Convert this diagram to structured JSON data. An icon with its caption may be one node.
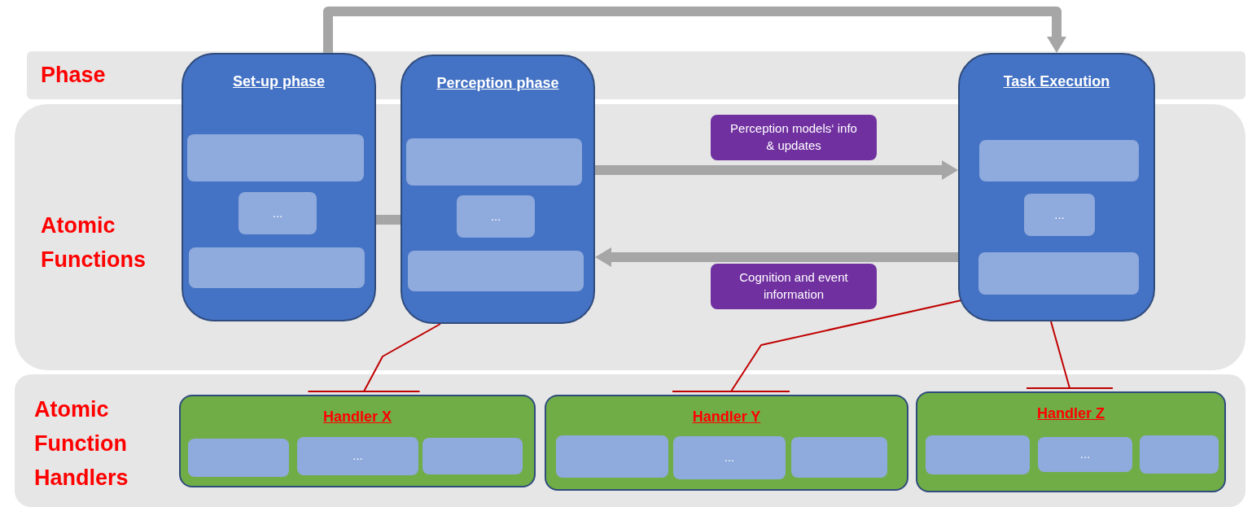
{
  "diagram": {
    "nodes": [
      {
        "text": [
          "Phase"
        ]
      },
      {
        "text": [
          "Atomic Functions"
        ]
      },
      {
        "text": [
          "Atomic Function Handlers"
        ]
      },
      {
        "text": [
          "Set-up phase"
        ]
      },
      {
        "text": [],
        "shape": "box",
        "in": 3
      },
      {
        "text": [
          "..."
        ],
        "in": 3
      },
      {
        "text": [],
        "shape": "box",
        "in": 3
      },
      {
        "text": [
          "Perception phase"
        ]
      },
      {
        "text": [],
        "shape": "box",
        "in": 7
      },
      {
        "text": [
          "..."
        ],
        "in": 7
      },
      {
        "text": [],
        "shape": "box",
        "in": 7
      },
      {
        "text": [
          "Perception models‘ info & updates"
        ],
        "in": 1
      },
      {
        "text": [
          "Cognition and event information"
        ],
        "in": 1
      },
      {
        "text": [
          "Task Execution"
        ]
      },
      {
        "text": [],
        "shape": "box",
        "in": 13
      },
      {
        "text": [
          "..."
        ],
        "in": 13
      },
      {
        "text": [],
        "shape": "box",
        "in": 13
      },
      {
        "text": [
          "Handler X"
        ],
        "in": 2
      },
      {
        "text": [],
        "shape": "box",
        "in": 17
      },
      {
        "text": [
          "..."
        ],
        "in": 17
      },
      {
        "text": [],
        "shape": "box",
        "in": 17
      },
      {
        "text": [
          "Handler Y"
        ],
        "in": 2
      },
      {
        "text": [],
        "shape": "box",
        "in": 21
      },
      {
        "text": [
          "..."
        ],
        "in": 21
      },
      {
        "text": [],
        "shape": "box",
        "in": 21
      },
      {
        "text": [
          "Handler Z"
        ],
        "in": 2
      },
      {
        "text": [],
        "shape": "box",
        "in": 25
      },
      {
        "text": [
          "..."
        ],
        "in": 25
      },
      {
        "text": [],
        "shape": "box",
        "in": 25
      }
    ],
    "edges": [
      {
        "from": 3,
        "to": 13,
        "arrow": "to"
      },
      {
        "from": 3,
        "to": 7,
        "arrow": "none"
      },
      {
        "from": 7,
        "to": 13,
        "arrow": "to"
      },
      {
        "from": 13,
        "to": 7,
        "arrow": "to"
      },
      {
        "from": 7,
        "to": 17,
        "arrow": "other",
        "color": "#c00000"
      },
      {
        "from": 13,
        "to": 21,
        "arrow": "other",
        "color": "#c00000"
      },
      {
        "from": 13,
        "to": 25,
        "arrow": "other",
        "color": "#c00000"
      }
    ]
  }
}
